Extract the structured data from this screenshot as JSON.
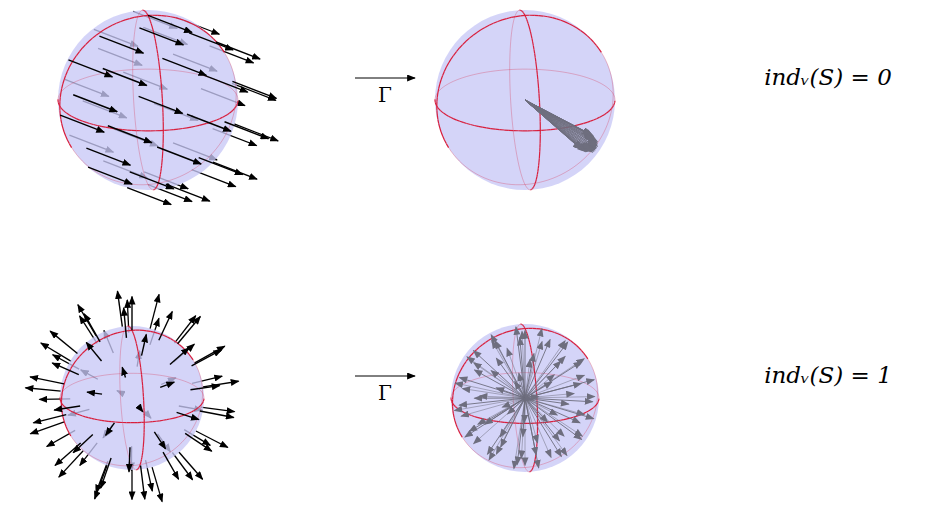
{
  "diagram": {
    "labels": [
      "Γ",
      "indᵥ(S) = 0",
      "Γ",
      "indᵥ(S) = 1"
    ]
  }
}
